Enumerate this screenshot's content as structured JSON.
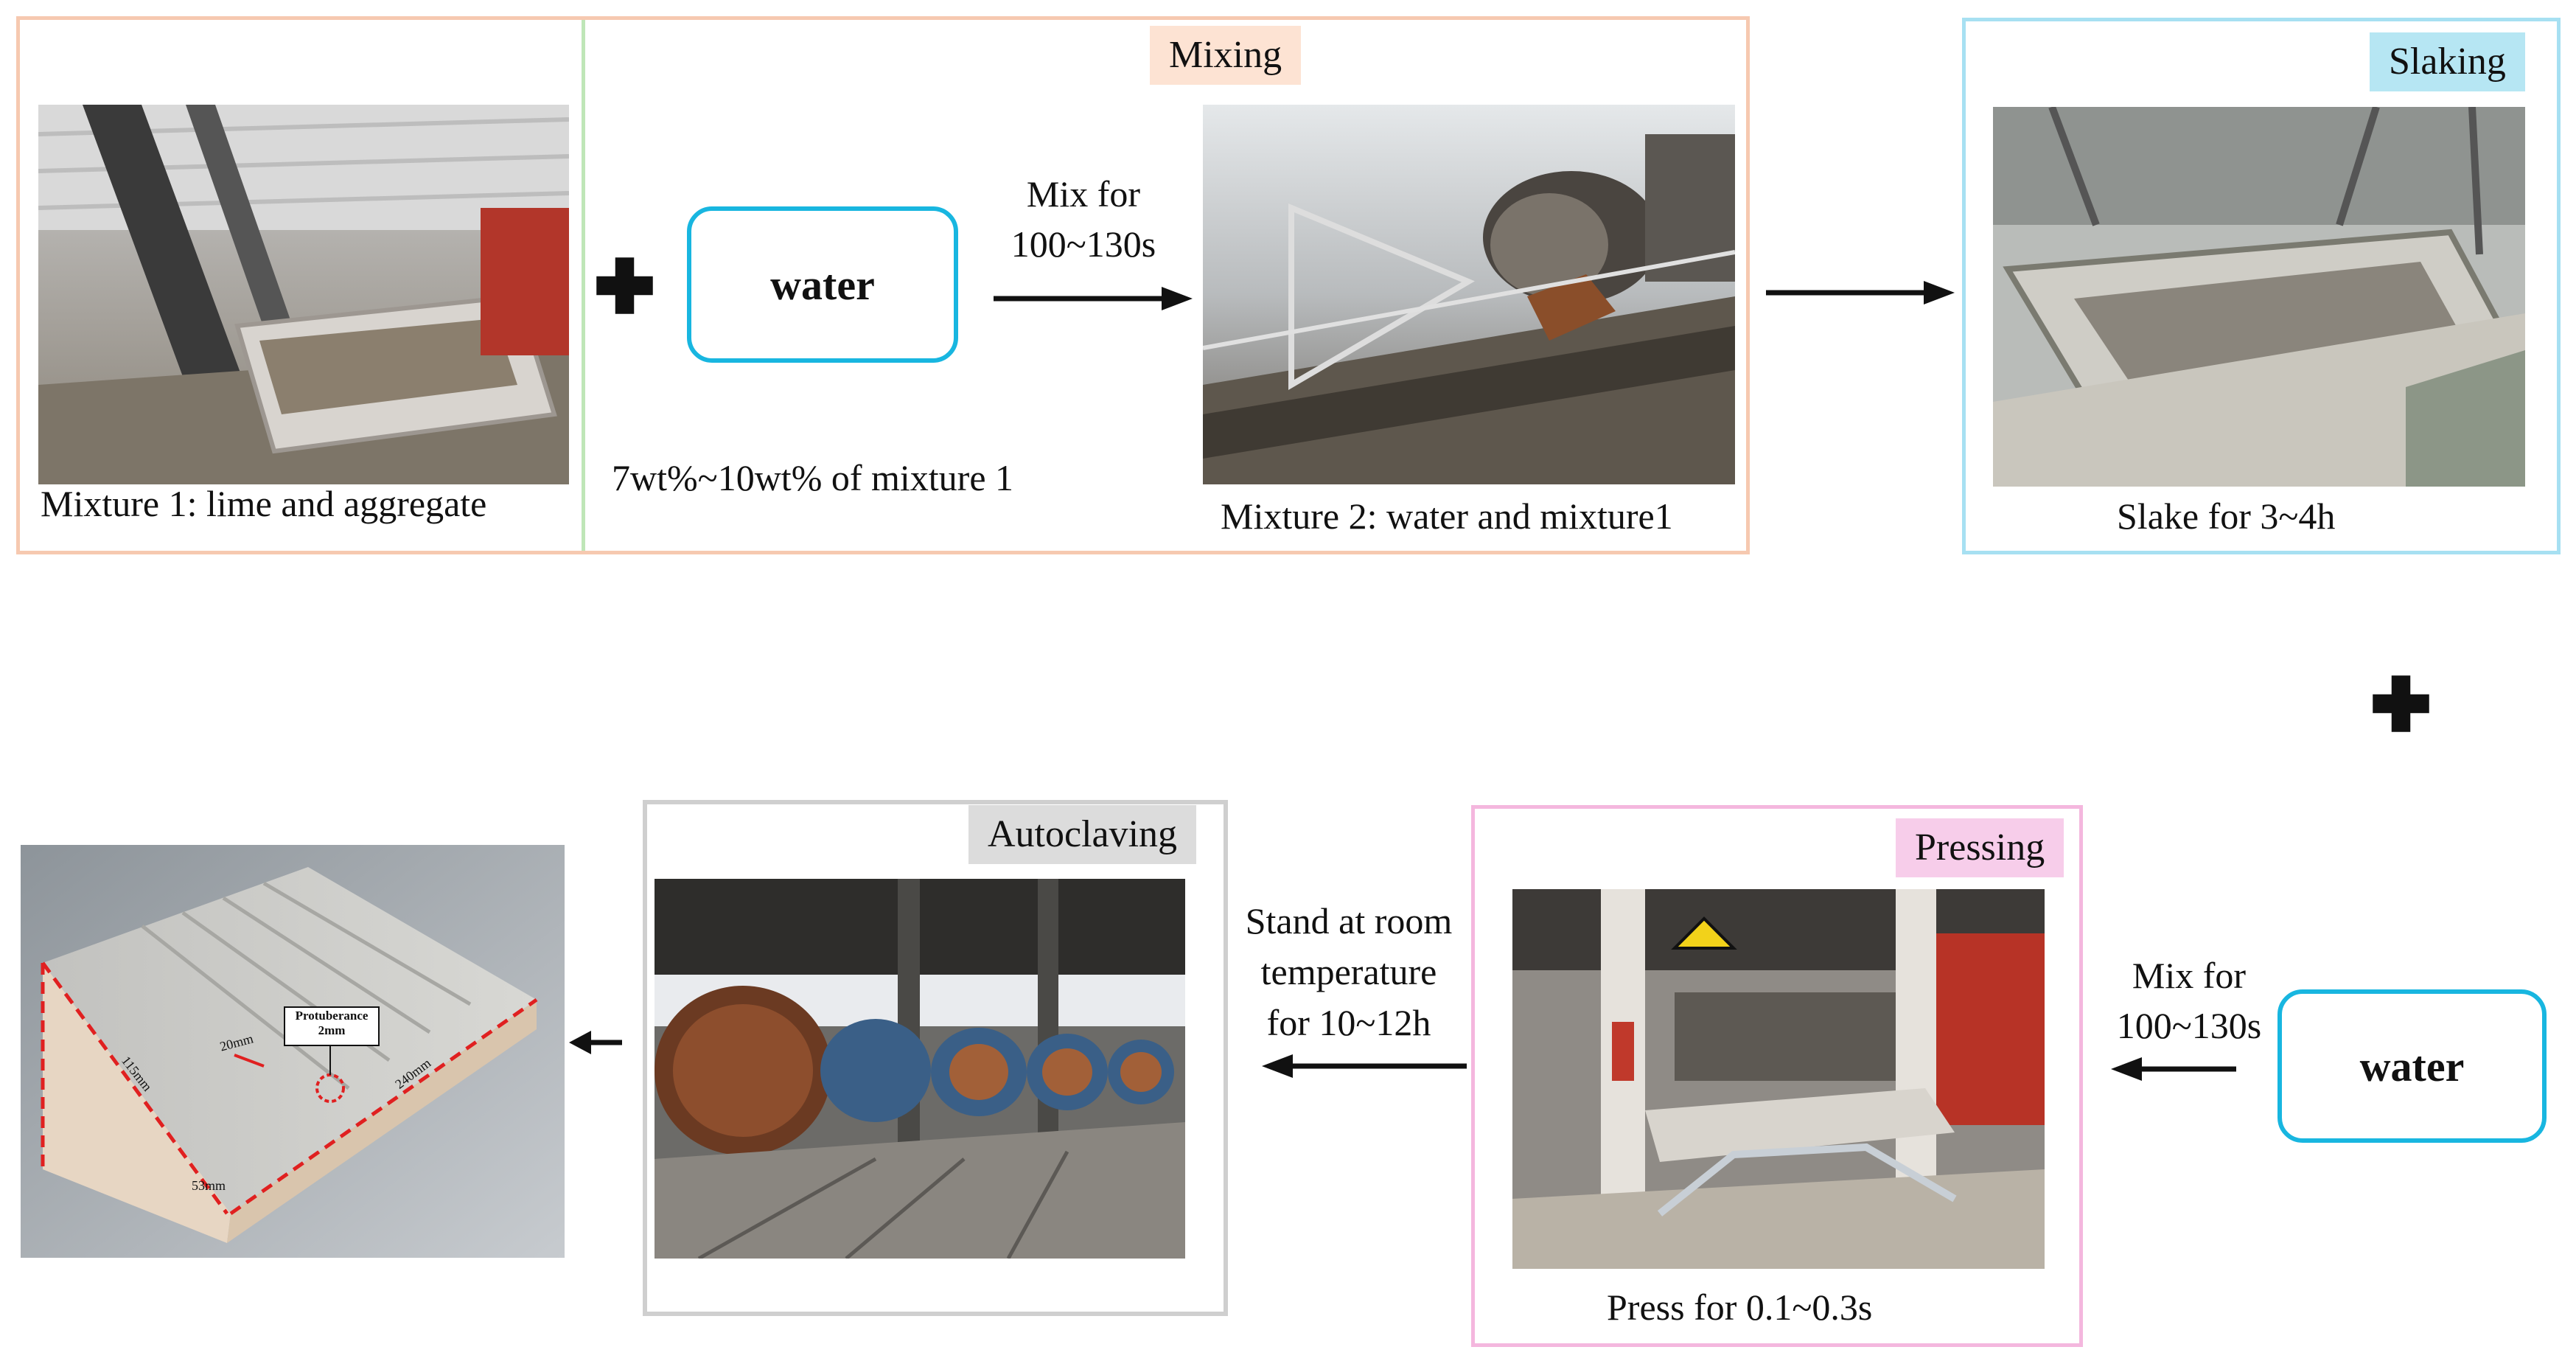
{
  "stages": {
    "mixing": {
      "tag": "Mixing",
      "tag_bg": "#fde3d3",
      "border": "#f6c9b0"
    },
    "slaking": {
      "tag": "Slaking",
      "tag_bg": "#b6e6f3",
      "border": "#a7e0f2"
    },
    "pressing": {
      "tag": "Pressing",
      "tag_bg": "#f7cdea",
      "border": "#f4b7de"
    },
    "autoclaving": {
      "tag": "Autoclaving",
      "tag_bg": "#dcdcdc",
      "border": "#cfcfcf"
    }
  },
  "mixture1": {
    "caption": "Mixture 1: lime and aggregate",
    "divider_color": "#bfe6b8"
  },
  "water_top": {
    "label": "water",
    "note": "7wt%~10wt% of mixture 1"
  },
  "mix_step_top": {
    "line1": "Mix for",
    "line2": "100~130s"
  },
  "mixture2": {
    "caption": "Mixture 2: water and mixture1"
  },
  "slake": {
    "caption": "Slake for 3~4h"
  },
  "water_bottom": {
    "label": "water"
  },
  "mix_step_bottom": {
    "line1": "Mix for",
    "line2": "100~130s"
  },
  "press": {
    "caption": "Press for 0.1~0.3s"
  },
  "stand": {
    "line1": "Stand at room",
    "line2": "temperature",
    "line3": "for 10~12h"
  },
  "brick": {
    "protuberance_label": "Protuberance",
    "protuberance_size": "2mm",
    "dim_20": "20mm",
    "dim_115": "115mm",
    "dim_240": "240mm",
    "dim_53": "53mm"
  },
  "colors": {
    "water_border": "#18b6e0",
    "dimension_line": "#e02020"
  }
}
